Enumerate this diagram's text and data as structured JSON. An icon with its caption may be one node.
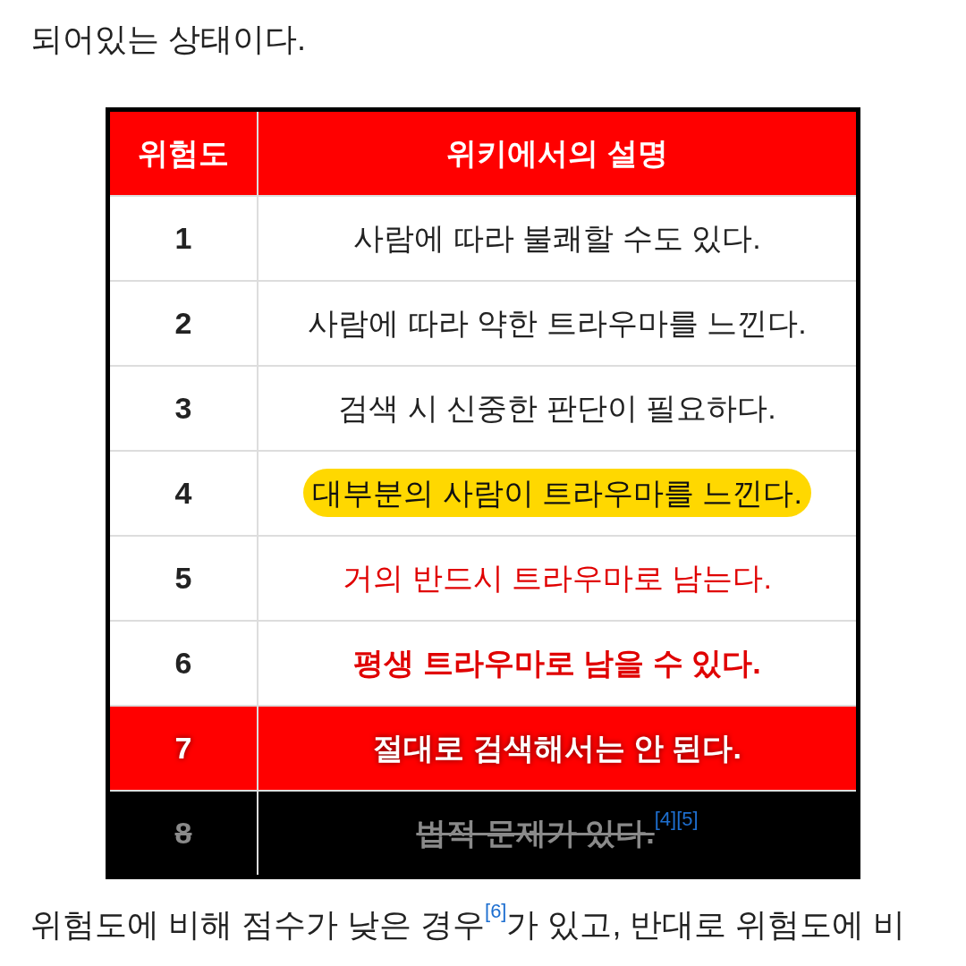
{
  "diagram": {
    "labels": [
      "되어있는 상태이다.",
      "위험도",
      "위키에서의 설명",
      "1",
      "사람에 따라 불쾌할 수도 있다.",
      "2",
      "사람에 따라 약한 트라우마를 느낀다.",
      "3",
      "검색 시 신중한 판단이 필요하다.",
      "4",
      "대부분의 사람이 트라우마를 느낀다.",
      "5",
      "거의 반드시 트라우마로 남는다.",
      "6",
      "평생 트라우마로 남을 수 있다.",
      "7",
      "절대로 검색해서는 안 된다.",
      "8",
      "법적 문제가 있다.$^{[4][5]}$",
      "위험도에 비해 점수가 낮은 경우$^{[6]}$가 있고, 반대로 위험도에 비"
    ]
  }
}
